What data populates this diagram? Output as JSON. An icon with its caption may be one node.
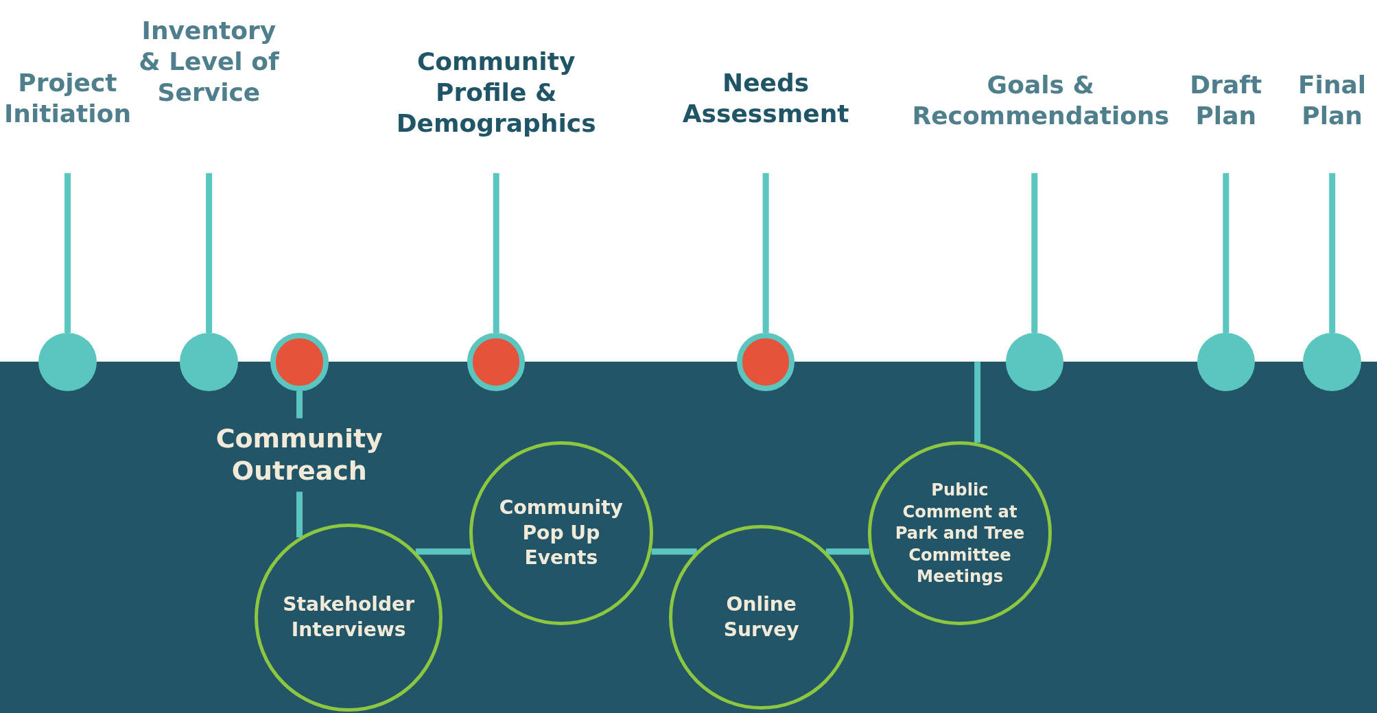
{
  "diagram": {
    "nodes": [
      {
        "text": [
          "Project Initiation"
        ]
      },
      {
        "text": [
          "Inventory & Level of Service"
        ]
      },
      {
        "text": [
          "Community Profile & Demographics"
        ]
      },
      {
        "text": [
          "Needs Assessment"
        ]
      },
      {
        "text": [
          "Goals & Recommendations"
        ]
      },
      {
        "text": [
          "Draft Plan"
        ]
      },
      {
        "text": [
          "Final Plan"
        ]
      },
      {
        "text": [],
        "shape": "circle"
      },
      {
        "text": [],
        "shape": "circle"
      },
      {
        "text": [],
        "shape": "circle"
      },
      {
        "text": [],
        "shape": "circle"
      },
      {
        "text": [],
        "shape": "circle"
      },
      {
        "text": [],
        "shape": "circle"
      },
      {
        "text": [],
        "shape": "circle"
      },
      {
        "text": [],
        "shape": "circle"
      },
      {
        "text": [
          "Community Outreach"
        ]
      },
      {
        "text": [
          "Stakeholder Interviews"
        ]
      },
      {
        "text": [
          "Community Pop Up Events"
        ]
      },
      {
        "text": [
          "Online Survey"
        ]
      },
      {
        "text": [
          "Public Comment at Park and Tree Committee Meetings"
        ]
      }
    ],
    "edges": [
      {
        "from": 0,
        "to": 7,
        "arrow": "none"
      },
      {
        "from": 1,
        "to": 8,
        "arrow": "none"
      },
      {
        "from": 2,
        "to": 10,
        "arrow": "none"
      },
      {
        "from": 3,
        "to": 11,
        "arrow": "none"
      },
      {
        "from": 4,
        "to": 12,
        "arrow": "none"
      },
      {
        "from": 5,
        "to": 13,
        "arrow": "none"
      },
      {
        "from": 6,
        "to": 14,
        "arrow": "none"
      },
      {
        "from": 9,
        "to": 15,
        "arrow": "none"
      },
      {
        "from": 15,
        "to": 16,
        "arrow": "none"
      },
      {
        "from": 16,
        "to": 17,
        "arrow": "none"
      },
      {
        "from": 17,
        "to": 18,
        "arrow": "none"
      },
      {
        "from": 18,
        "to": 19,
        "arrow": "none"
      },
      {
        "from": null,
        "to": 19,
        "arrow": "none"
      }
    ]
  }
}
